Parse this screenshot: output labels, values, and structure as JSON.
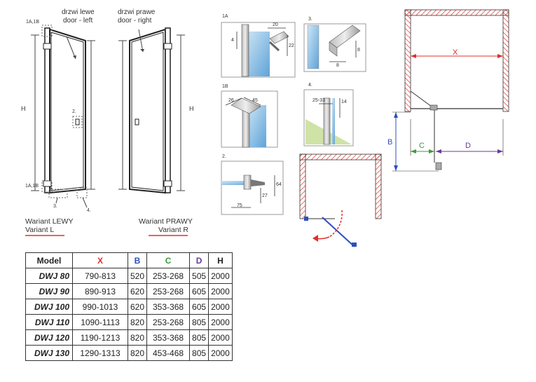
{
  "doors": {
    "left_pl": "drzwi lewe",
    "left_en": "door - left",
    "right_pl": "drzwi prawe",
    "right_en": "door - right",
    "variant_left_pl": "Wariant LEWY",
    "variant_left_en": "Variant L",
    "variant_right_pl": "Wariant PRAWY",
    "variant_right_en": "Variant R",
    "height_label": "H",
    "callouts": {
      "c1a1b_top": "1A,1B",
      "c1a1b_bottom": "1A,1B",
      "c2": "2.",
      "c3": "3.",
      "c4": "4."
    }
  },
  "details": {
    "d1a": {
      "label": "1A",
      "dims": [
        "20",
        "4",
        "22"
      ]
    },
    "d1b": {
      "label": "1B",
      "dims": [
        "26",
        "45"
      ]
    },
    "d2": {
      "label": "2.",
      "dims": [
        "64",
        "27",
        "75"
      ]
    },
    "d3": {
      "label": "3.",
      "dims": [
        "8",
        "8"
      ]
    },
    "d4": {
      "label": "4.",
      "dims": [
        "25-33",
        "14"
      ]
    }
  },
  "plan": {
    "x": "X",
    "b": "B",
    "c": "C",
    "d": "D"
  },
  "colors": {
    "x": "#e0302a",
    "b": "#2a4fbf",
    "c": "#3c9a3c",
    "d": "#6a3a9a",
    "glass": "#9cc7e6",
    "underline": "#e0302a"
  },
  "table": {
    "headers": [
      "Model",
      "X",
      "B",
      "C",
      "D",
      "H"
    ],
    "rows": [
      [
        "DWJ 80",
        "790-813",
        "520",
        "253-268",
        "505",
        "2000"
      ],
      [
        "DWJ 90",
        "890-913",
        "620",
        "253-268",
        "605",
        "2000"
      ],
      [
        "DWJ 100",
        "990-1013",
        "620",
        "353-368",
        "605",
        "2000"
      ],
      [
        "DWJ 110",
        "1090-1113",
        "820",
        "253-268",
        "805",
        "2000"
      ],
      [
        "DWJ 120",
        "1190-1213",
        "820",
        "353-368",
        "805",
        "2000"
      ],
      [
        "DWJ 130",
        "1290-1313",
        "820",
        "453-468",
        "805",
        "2000"
      ]
    ]
  }
}
